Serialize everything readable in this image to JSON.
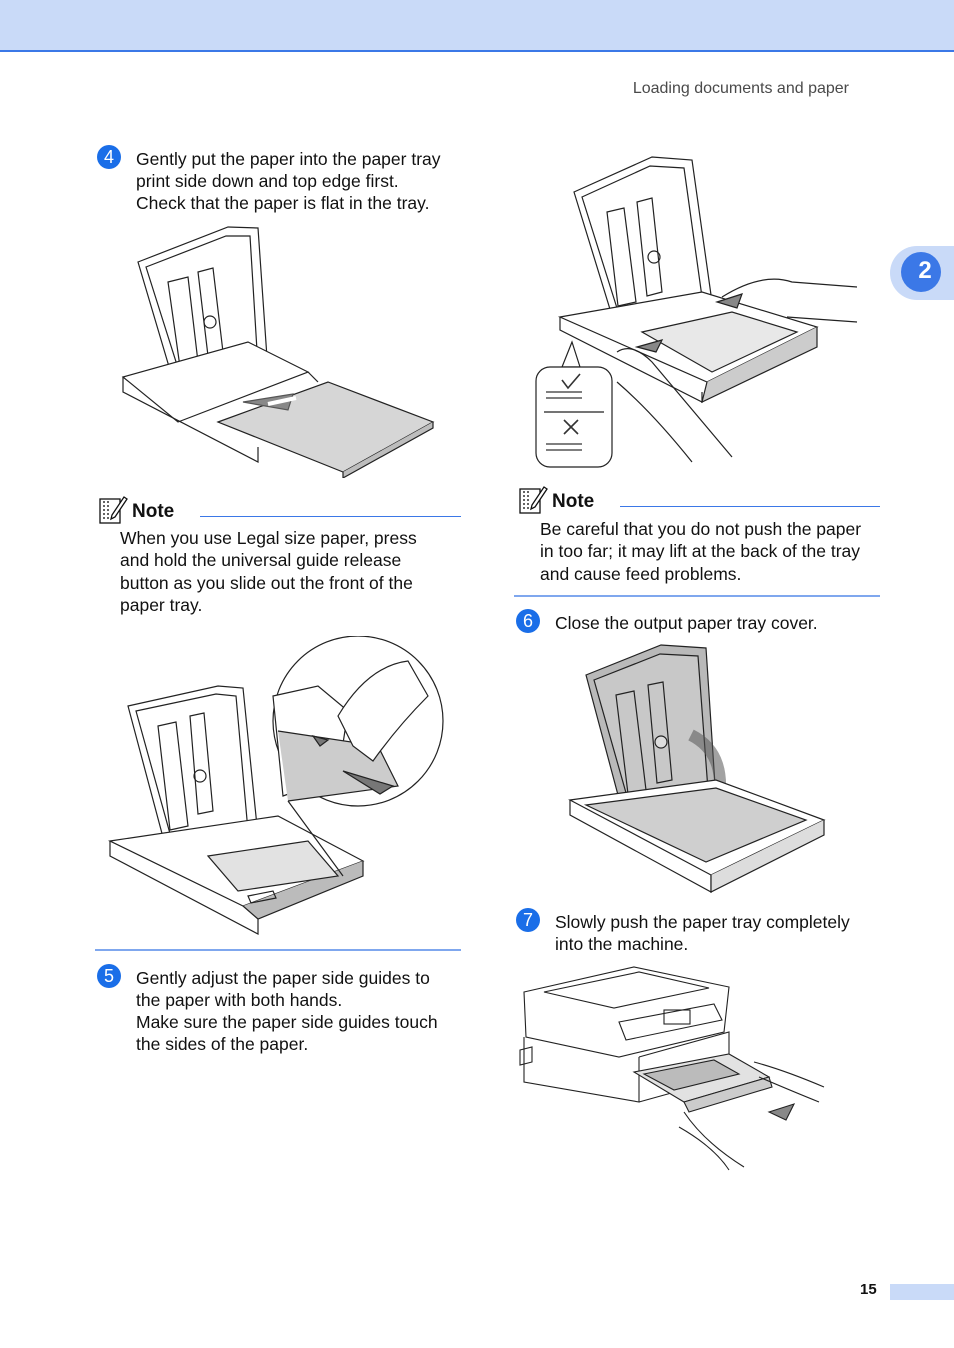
{
  "header": {
    "title": "Loading documents and paper"
  },
  "chapter": {
    "number": "2"
  },
  "steps": {
    "s4": {
      "num": "4",
      "lines": [
        "Gently put the paper into the paper tray",
        "print side down and top edge first.",
        "Check that the paper is flat in the tray."
      ]
    },
    "s5": {
      "num": "5",
      "lines": [
        "Gently adjust the paper side guides to",
        "the paper with both hands.",
        "Make sure the paper side guides touch",
        "the sides of the paper."
      ]
    },
    "s6": {
      "num": "6",
      "lines": [
        "Close the output paper tray cover."
      ]
    },
    "s7": {
      "num": "7",
      "lines": [
        "Slowly push the paper tray completely",
        "into the machine."
      ]
    }
  },
  "notes": {
    "left": {
      "label": "Note",
      "lines": [
        "When you use Legal size paper, press",
        "and hold the universal guide release",
        "button as you slide out the front of the",
        "paper tray."
      ]
    },
    "right": {
      "label": "Note",
      "lines": [
        "Be careful that you do not push the paper",
        "in too far; it may lift at the back of the tray",
        "and cause feed problems."
      ]
    }
  },
  "footer": {
    "page_number": "15"
  },
  "colors": {
    "accent": "#3b78e7",
    "band": "#c9daf8",
    "step_badge": "#1a6ee8"
  },
  "icons": {
    "note": "note-pencil-icon",
    "check": "check-icon",
    "cross": "cross-icon"
  }
}
